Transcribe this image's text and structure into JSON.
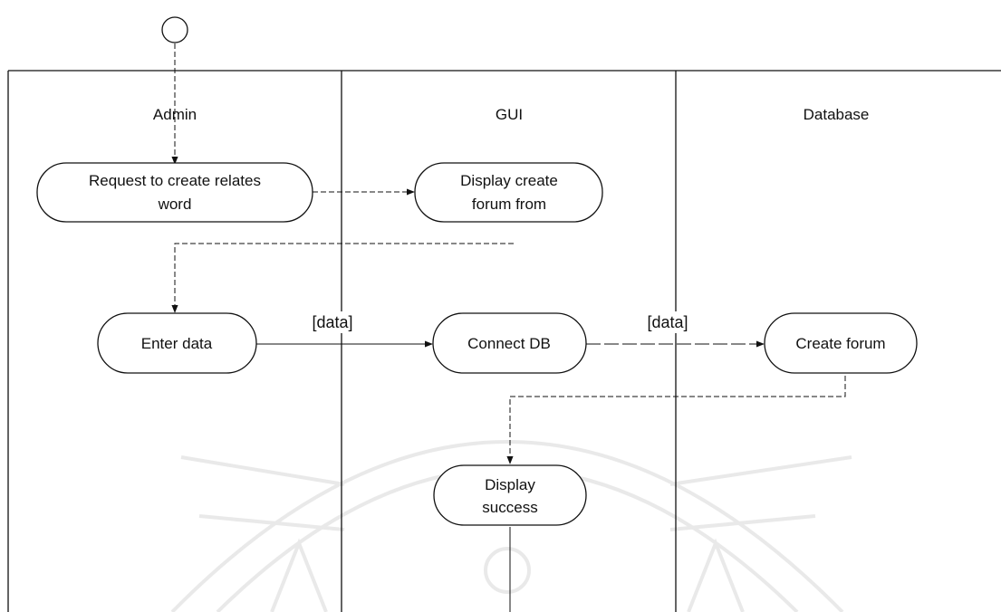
{
  "swimlanes": [
    {
      "id": "admin",
      "label": "Admin"
    },
    {
      "id": "gui",
      "label": "GUI"
    },
    {
      "id": "database",
      "label": "Database"
    }
  ],
  "activities": [
    {
      "id": "request",
      "lines": [
        "Request to create relates",
        "word"
      ]
    },
    {
      "id": "display-create",
      "lines": [
        "Display create",
        "forum from"
      ]
    },
    {
      "id": "enter-data",
      "lines": [
        "Enter data"
      ]
    },
    {
      "id": "connect-db",
      "lines": [
        "Connect DB"
      ]
    },
    {
      "id": "create-forum",
      "lines": [
        "Create forum"
      ]
    },
    {
      "id": "display-success",
      "lines": [
        "Display",
        "success"
      ]
    }
  ],
  "guards": [
    {
      "id": "guard-enter-connect",
      "text": "[data]"
    },
    {
      "id": "guard-connect-create",
      "text": "[data]"
    }
  ]
}
